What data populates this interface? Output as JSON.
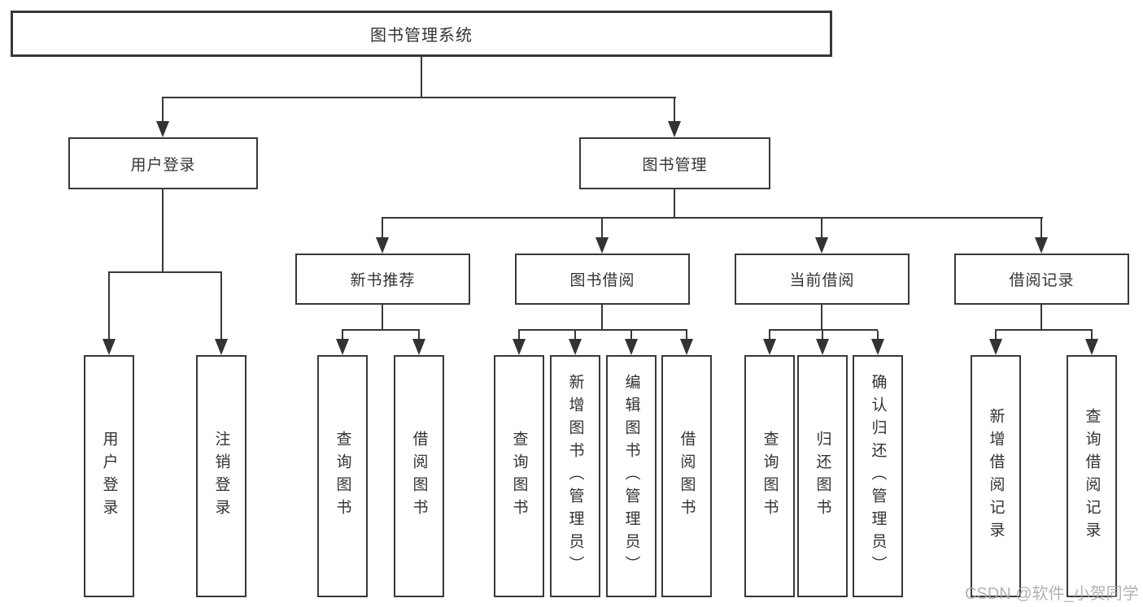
{
  "tree": {
    "root": {
      "label": "图书管理系统"
    },
    "children": [
      {
        "label": "用户登录",
        "children": [
          {
            "label": "用户登录"
          },
          {
            "label": "注销登录"
          }
        ]
      },
      {
        "label": "图书管理",
        "children": [
          {
            "label": "新书推荐",
            "children": [
              {
                "label": "查询图书"
              },
              {
                "label": "借阅图书"
              }
            ]
          },
          {
            "label": "图书借阅",
            "children": [
              {
                "label": "查询图书"
              },
              {
                "label": "新增图书（管理员）"
              },
              {
                "label": "编辑图书（管理员）"
              },
              {
                "label": "借阅图书"
              }
            ]
          },
          {
            "label": "当前借阅",
            "children": [
              {
                "label": "查询图书"
              },
              {
                "label": "归还图书"
              },
              {
                "label": "确认归还（管理员）"
              }
            ]
          },
          {
            "label": "借阅记录",
            "children": [
              {
                "label": "新增借阅记录"
              },
              {
                "label": "查询借阅记录"
              }
            ]
          }
        ]
      }
    ]
  },
  "watermark": "CSDN @软件_小贺同学",
  "colors": {
    "line": "#383838",
    "box_border": "#383838",
    "text": "#333333",
    "background": "#ffffff",
    "watermark": "#a5a5a5"
  }
}
